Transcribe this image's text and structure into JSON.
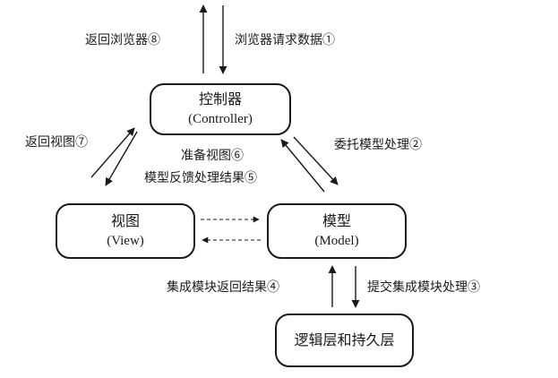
{
  "nodes": {
    "controller": {
      "title": "控制器",
      "subtitle": "(Controller)"
    },
    "view": {
      "title": "视图",
      "subtitle": "(View)"
    },
    "model": {
      "title": "模型",
      "subtitle": "(Model)"
    },
    "logic": {
      "title": "逻辑层和持久层"
    }
  },
  "edge_labels": {
    "return_browser": "返回浏览器⑧",
    "browser_request": "浏览器请求数据①",
    "return_view": "返回视图⑦",
    "delegate_model": "委托模型处理②",
    "prepare_view": "准备视图⑥",
    "model_feedback": "模型反馈处理结果⑤",
    "integrate_return": "集成模块返回结果④",
    "submit_integrate": "提交集成模块处理③"
  },
  "colors": {
    "stroke": "#1a1a1a",
    "background": "#ffffff"
  }
}
